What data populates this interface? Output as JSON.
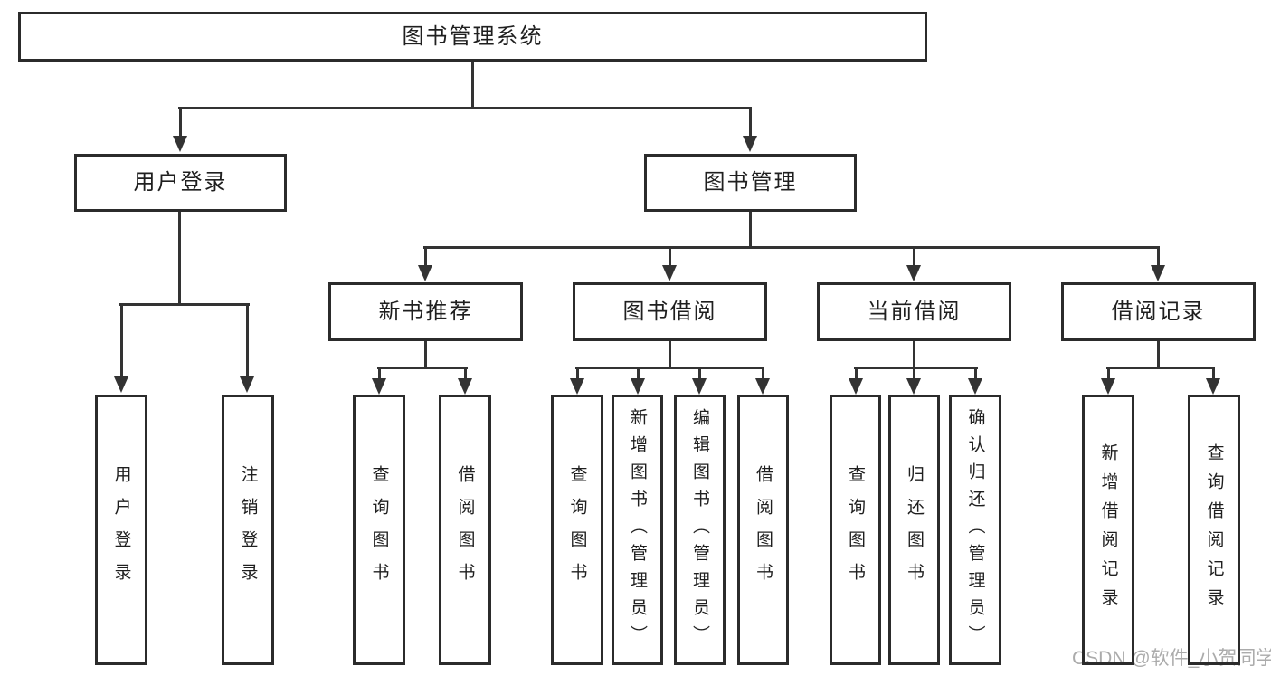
{
  "diagram_title": "图书管理系统",
  "tree": {
    "label": "图书管理系统",
    "children": [
      {
        "label": "用户登录",
        "children": [
          {
            "label": "用户登录"
          },
          {
            "label": "注销登录"
          }
        ]
      },
      {
        "label": "图书管理",
        "children": [
          {
            "label": "新书推荐",
            "children": [
              {
                "label": "查询图书"
              },
              {
                "label": "借阅图书"
              }
            ]
          },
          {
            "label": "图书借阅",
            "children": [
              {
                "label": "查询图书"
              },
              {
                "label": "新增图书（管理员）"
              },
              {
                "label": "编辑图书（管理员）"
              },
              {
                "label": "借阅图书"
              }
            ]
          },
          {
            "label": "当前借阅",
            "children": [
              {
                "label": "查询图书"
              },
              {
                "label": "归还图书"
              },
              {
                "label": "确认归还（管理员）"
              }
            ]
          },
          {
            "label": "借阅记录",
            "children": [
              {
                "label": "新增借阅记录"
              },
              {
                "label": "查询借阅记录"
              }
            ]
          }
        ]
      }
    ]
  },
  "watermark": {
    "text": "CSDN @软件_小贺同学"
  },
  "colors": {
    "line": "#333333",
    "box_border": "#2b2b2b",
    "text": "#1f1f1f",
    "background": "#ffffff",
    "watermark": "#ababab"
  }
}
